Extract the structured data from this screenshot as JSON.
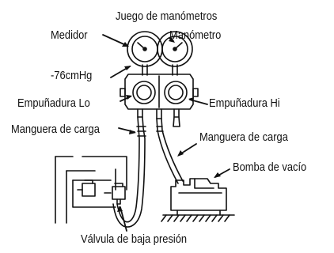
{
  "labels": {
    "gauge_set": "Juego de manómetros",
    "meter": "Medidor",
    "manometer": "Manómetro",
    "vacuum_reading": "-76cmHg",
    "handle_lo": "Empuñadura Lo",
    "handle_hi": "Empuñadura Hi",
    "charge_hose_left": "Manguera de carga",
    "charge_hose_right": "Manguera de carga",
    "vacuum_pump": "Bomba de vacío",
    "low_pressure_valve": "Válvula de baja presión"
  },
  "colors": {
    "ink": "#111111",
    "background": "#ffffff"
  }
}
